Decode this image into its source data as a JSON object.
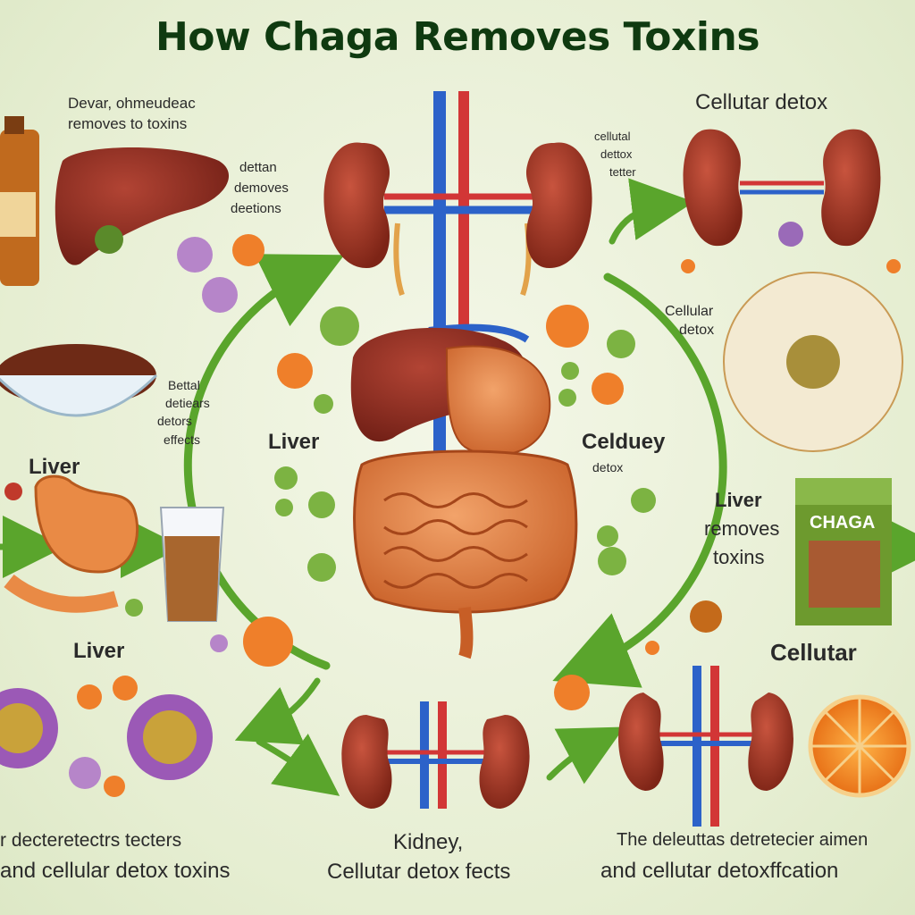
{
  "title": "How Chaga Removes Toxins",
  "labels": {
    "tl_caption_1": "Devar, ohmeudeac",
    "tl_caption_2": "removes to toxins",
    "detten_1": "dettan",
    "detten_2": "demoves",
    "detten_3": "deetions",
    "bettal_1": "Bettal",
    "bettal_2": "detiears",
    "bettal_3": "detors",
    "bettal_4": "effects",
    "liver_left_upper": "Liver",
    "liver_left_lower": "Liver",
    "liver_center": "Liver",
    "celduey": "Celduey",
    "detox_small": "detox",
    "tr_heading": "Cellutar detox",
    "tr_small_1": "cellutal",
    "tr_small_2": "dettox",
    "tr_small_3": "tetter",
    "cellular_detox_1": "Cellular",
    "cellular_detox_2": "detox",
    "liver_removes_1": "Liver",
    "liver_removes_2": "removes",
    "liver_removes_3": "toxins",
    "chaga_pack": "CHAGA",
    "cellutar_right": "Cellutar",
    "bl_caption_1": "r decteretectrs tecters",
    "bl_caption_2": "and cellular detox toxins",
    "kidney_1": "Kidney,",
    "kidney_2": "Cellutar detox fects",
    "br_caption_1": "The deleuttas detretecier aimen",
    "br_caption_2": "and cellutar detoxffcation"
  },
  "colors": {
    "background": "#eef3df",
    "title": "#0f3a10",
    "arrow": "#5aa52c",
    "kidney": "#a23a2a",
    "liver": "#8e2e22",
    "intestine": "#d9733a",
    "vein": "#2c62c9",
    "artery": "#d23636"
  },
  "icons": [
    "kidney-icon",
    "liver-icon",
    "intestine-icon",
    "stomach-icon",
    "toxin-particle-icon",
    "cycle-arrow-icon",
    "bottle-icon",
    "bowl-icon",
    "glass-icon",
    "chaga-package-icon",
    "orange-slice-icon",
    "cell-network-icon"
  ]
}
